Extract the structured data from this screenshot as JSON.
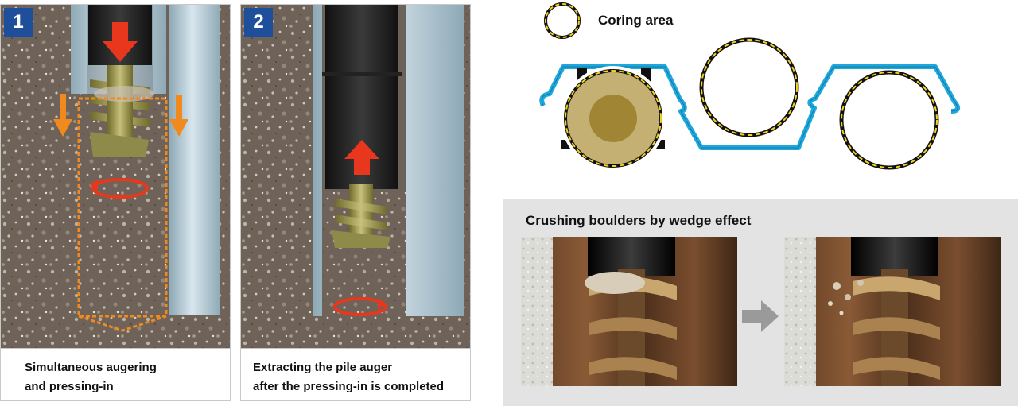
{
  "steps": [
    {
      "number": "1",
      "caption_line1": "Simultaneous augering",
      "caption_line2": "and pressing-in"
    },
    {
      "number": "2",
      "caption_line1": "Extracting the pile auger",
      "caption_line2": "after the pressing-in is completed"
    }
  ],
  "legend": {
    "label": "Coring area"
  },
  "crushing": {
    "title": "Crushing boulders by wedge effect"
  },
  "colors": {
    "badge": "#1f4e9b",
    "sheet_pile": "#1fa8dd",
    "coring_dash": "#f2d21a",
    "press_arrow": "#e8371d",
    "pile_arrow": "#f08a1e",
    "tube": "#a9c3cf"
  }
}
